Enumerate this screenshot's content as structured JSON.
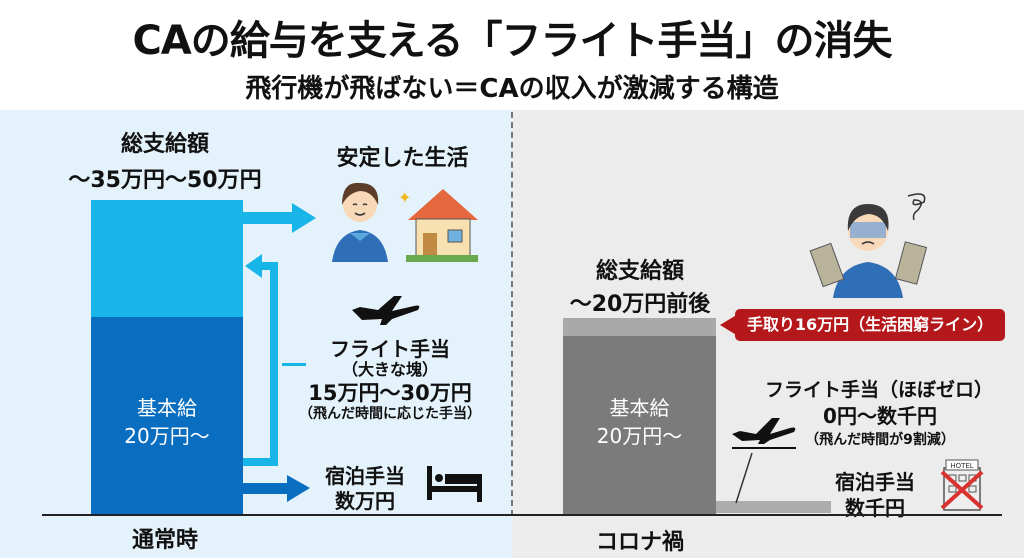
{
  "title": "CAの給与を支える「フライト手当」の消失",
  "subtitle": "飛行機が飛ばない＝CAの収入が激減する構造",
  "normal": {
    "label": "通常時",
    "total_label": "総支給額",
    "total_value": "～35万円～50万円",
    "base_label": "基本給",
    "base_value": "20万円～",
    "outcome": "安定した生活",
    "flight_allowance": {
      "label": "フライト手当",
      "note": "（大きな塊）",
      "value": "15万円～30万円",
      "detail": "（飛んだ時間に応じた手当）"
    },
    "lodging_allowance": {
      "label": "宿泊手当",
      "value": "数万円"
    }
  },
  "covid": {
    "label": "コロナ禍",
    "total_label": "総支給額",
    "total_value": "～20万円前後",
    "base_label": "基本給",
    "base_value": "20万円～",
    "callout": "手取り16万円（生活困窮ライン）",
    "flight_allowance": {
      "label": "フライト手当（ほぼゼロ）",
      "value": "0円～数千円",
      "detail": "（飛んだ時間が9割減）"
    },
    "lodging_allowance": {
      "label": "宿泊手当",
      "value": "数千円"
    },
    "hotel_sign": "HOTEL"
  },
  "colors": {
    "bar_light_blue": "#17b5e8",
    "bar_dark_blue": "#0a6ec0",
    "bar_gray": "#7b7b7b",
    "callout_red": "#b5181b"
  }
}
